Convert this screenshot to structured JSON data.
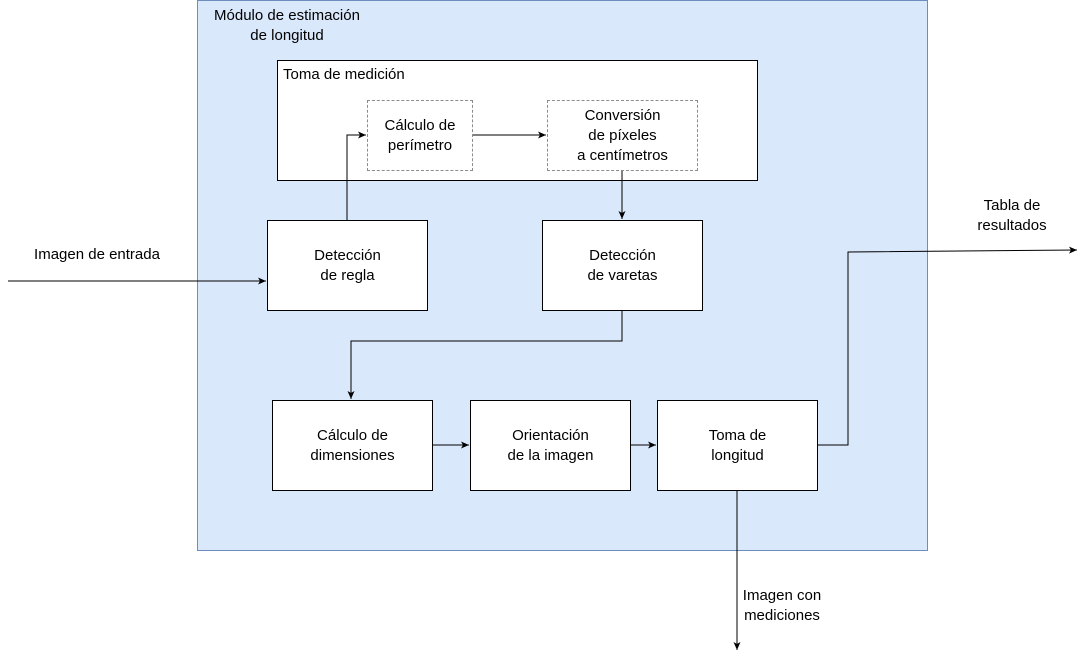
{
  "module": {
    "title": "Módulo de estimación\nde longitud"
  },
  "group": {
    "title": "Toma de medición"
  },
  "boxes": {
    "perimetro": "Cálculo de\nperímetro",
    "conversion": "Conversión\nde píxeles\na centímetros",
    "regla": "Detección\nde regla",
    "varetas": "Detección\nde varetas",
    "dimensiones": "Cálculo de\ndimensiones",
    "orientacion": "Orientación\nde la imagen",
    "longitud": "Toma de\nlongitud"
  },
  "external": {
    "input": "Imagen de entrada",
    "table": "Tabla de\nresultados",
    "output_image": "Imagen con\nmediciones"
  }
}
